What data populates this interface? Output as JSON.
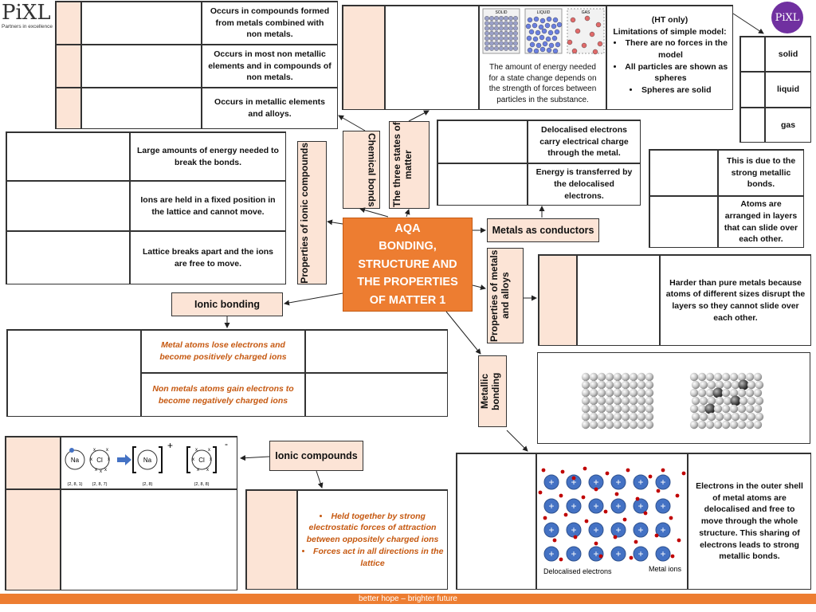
{
  "logo_left": {
    "text": "PiXL",
    "sub": "Partners in excellence"
  },
  "logo_right": {
    "text": "PiXL"
  },
  "center": {
    "line1": "AQA",
    "line2": "BONDING,",
    "line3": "STRUCTURE AND",
    "line4": "THE PROPERTIES",
    "line5": "OF MATTER 1"
  },
  "labels": {
    "chemical_bonds": "Chemical bonds",
    "three_states": "The three states of matter",
    "properties_ionic": "Properties of ionic compounds",
    "ionic_bonding": "Ionic bonding",
    "ionic_compounds": "Ionic compounds",
    "metals_conductors": "Metals as conductors",
    "properties_metals": "Properties of metals and alloys",
    "metallic_bonding": "Metallic bonding"
  },
  "chem_bonds_table": [
    "Occurs in compounds formed from metals combined with non metals.",
    "Occurs in most non metallic elements and in compounds of non metals.",
    "Occurs in metallic elements and alloys."
  ],
  "states_table": {
    "image_labels": [
      "SOLID",
      "LIQUID",
      "GAS"
    ],
    "energy_text": "The amount of energy needed for a state change depends on the strength of forces between particles in the substance.",
    "ht_title": "(HT only)",
    "ht_subtitle": "Limitations of simple model:",
    "ht_bullets": [
      "There are no forces in the model",
      "All particles are shown as spheres",
      "Spheres are solid"
    ]
  },
  "states_small": [
    "solid",
    "liquid",
    "gas"
  ],
  "ionic_props": [
    "Large amounts of energy needed to break the bonds.",
    "Ions are held in a fixed position in the lattice and cannot move.",
    "Lattice breaks apart and the ions are free to move."
  ],
  "conductors": [
    "Delocalised electrons carry electrical charge through the metal.",
    "Energy is transferred by the delocalised electrons."
  ],
  "metal_layers": [
    "This is due to the strong metallic bonds.",
    "Atoms are arranged in layers that can slide over each other."
  ],
  "alloys_text": "Harder than pure metals because atoms of different sizes disrupt the layers so they cannot slide over each other.",
  "ionic_bonding_table": [
    "Metal atoms lose electrons and become positively charged ions",
    "Non metals atoms gain electrons to become negatively charged ions"
  ],
  "na_cl_diagram": {
    "na": "Na",
    "cl": "Cl",
    "na_config": "(2, 8, 1)",
    "cl_config": "(2, 8, 7)",
    "na_ion_config": "(2, 8)",
    "cl_ion_config": "(2, 8, 8)",
    "plus": "+",
    "minus": "-"
  },
  "ionic_compounds_bullets": [
    "Held together by strong electrostatic forces of attraction between oppositely charged ions",
    "Forces act in all directions in the lattice"
  ],
  "metallic_bonding_text": "Electrons in the outer shell of metal atoms are delocalised and free to move through the whole structure. This sharing of electrons leads to strong metallic bonds.",
  "metal_diagram": {
    "label_electrons": "Delocalised electrons",
    "label_ions": "Metal ions",
    "ion_symbol": "+"
  },
  "footer": "better hope – brighter future",
  "colors": {
    "accent": "#ed7d31",
    "peach": "#fce4d6",
    "ionic_text": "#c65911",
    "ion_blue": "#4472c4",
    "electron_red": "#c00000"
  }
}
